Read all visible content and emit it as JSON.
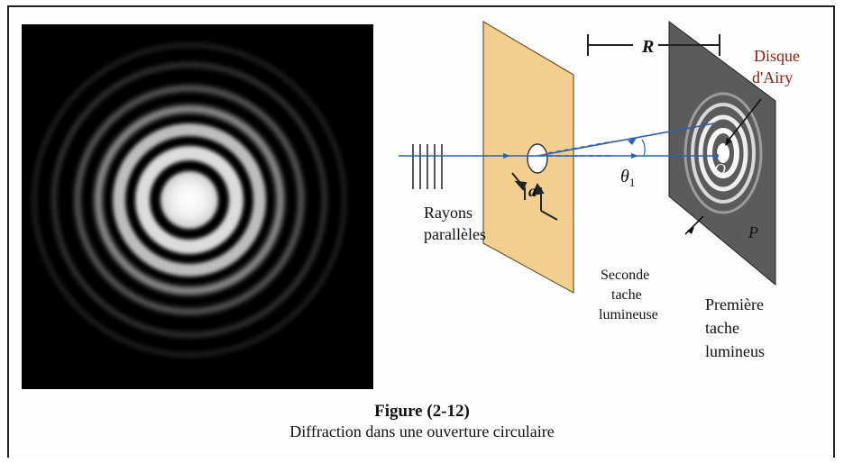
{
  "figure": {
    "number": "Figure (2-12)",
    "caption": "Diffraction dans une ouverture circulaire"
  },
  "diagram": {
    "label_R": "R",
    "label_disque_line1": "Disque",
    "label_disque_line2": "d'Airy",
    "label_O": "O",
    "label_P": "P",
    "label_theta": "θ",
    "label_theta_sub": "1",
    "label_a": "a",
    "label_rayons_line1": "Rayons",
    "label_rayons_line2": "parallèles",
    "label_seconde_line1": "Seconde",
    "label_seconde_line2": "tache",
    "label_seconde_line3": "lumineuse",
    "label_premiere_line1": "Première",
    "label_premiere_line2": "tache",
    "label_premiere_line3": "lumineus"
  },
  "colors": {
    "ray": "#2f5fb0",
    "plate": "#f2cf8e",
    "screen": "#5b5b5b",
    "label_disque": "#8a1a14"
  }
}
